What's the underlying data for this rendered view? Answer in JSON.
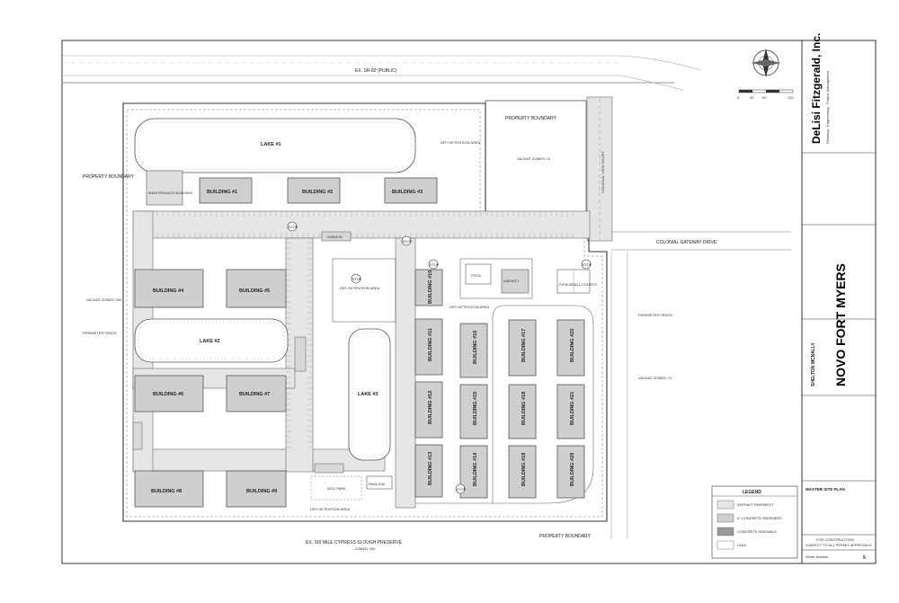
{
  "roads": {
    "sr82": "EX. SR-82 (PUBLIC)",
    "colonial_gateway": "COLONIAL GATEWAY DRIVE",
    "colonial_view": "COLONIAL VIEW COURT"
  },
  "labels": {
    "property_boundary": "PROPERTY BOUNDARY",
    "vacant_mu": "VACANT ZONED: MU",
    "vacant_ci": "VACANT ZONED: CI",
    "preserve": "EX. SIX MILE CYPRESS SLOUGH PRESERVE",
    "preserve_zoned": "ZONED: MU",
    "amenity": "AMENITY",
    "pool": "POOL",
    "pickleball": "PICKLEBALL COURTS",
    "pavilion": "PAVILION",
    "dog_park": "DOG PARK",
    "maintenance": "MAINTENANCE BUILDING",
    "dry_detention": "DRY DETENTION AREA",
    "perimeter_fence": "PERIMETER FENCE",
    "stop": "STOP",
    "garage": "GARAGE"
  },
  "lakes": [
    "LAKE #1",
    "LAKE #2",
    "LAKE #3"
  ],
  "buildings": {
    "b1": "BUILDING #1",
    "b2": "BUILDING #2",
    "b3": "BUILDING #3",
    "b4": "BUILDING #4",
    "b5": "BUILDING #5",
    "b6": "BUILDING #6",
    "b7": "BUILDING #7",
    "b8": "BUILDING #8",
    "b9": "BUILDING #9",
    "b10": "BUILDING #10",
    "b11": "BUILDING #11",
    "b12": "BUILDING #12",
    "b13": "BUILDING #13",
    "b14": "BUILDING #14",
    "b15": "BUILDING #15",
    "b16": "BUILDING #16",
    "b17": "BUILDING #17",
    "b18": "BUILDING #18",
    "b19": "BUILDING #19",
    "b20": "BUILDING #20",
    "b21": "BUILDING #21",
    "b22": "BUILDING #22"
  },
  "legend": {
    "title": "LEGEND",
    "items": [
      "ASPHALT PAVEMENT",
      "6\" CONCRETE PAVEMENT",
      "CONCRETE SIDEWALK",
      "LAKE"
    ]
  },
  "scale": [
    "0",
    "30",
    "60",
    "120"
  ],
  "title_block": {
    "firm": "DeLisi Fitzgerald, Inc.",
    "firm_sub": "Planning · Engineering · Project Management",
    "project": "NOVO FORT MYERS",
    "client": "SHELTON MCNALLY",
    "sheet_title": "MASTER SITE PLAN",
    "status": "FOR CONSTRUCTION",
    "status_sub": "SUBJECT TO ALL PERMIT APPROVALS",
    "sheet_number_label": "Sheet Number",
    "sheet_number": "5"
  }
}
